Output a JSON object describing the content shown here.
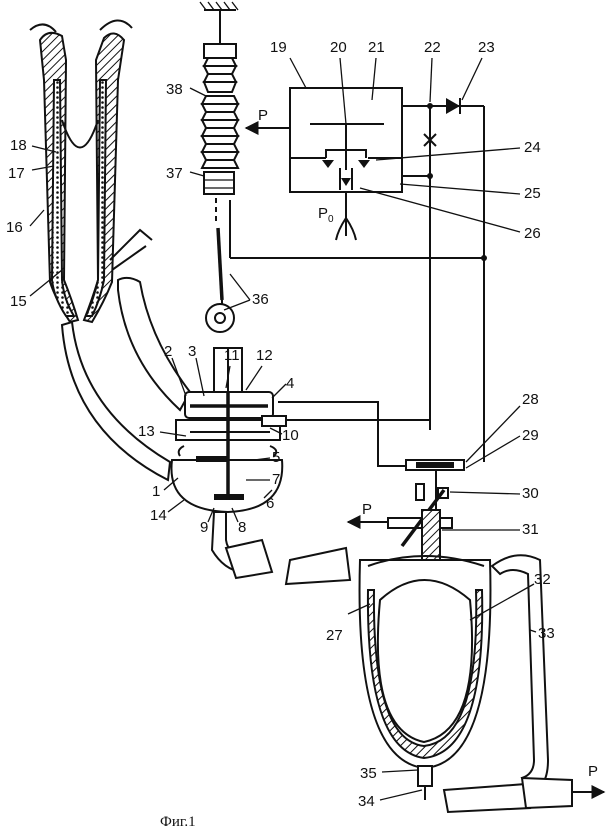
{
  "figure": {
    "caption": "Фиг.1",
    "labels": {
      "l1": "1",
      "l2": "2",
      "l3": "3",
      "l4": "4",
      "l5": "5",
      "l6": "6",
      "l7": "7",
      "l8": "8",
      "l9": "9",
      "l10": "10",
      "l11": "11",
      "l12": "12",
      "l13": "13",
      "l14": "14",
      "l15": "15",
      "l16": "16",
      "l17": "17",
      "l18": "18",
      "l19": "19",
      "l20": "20",
      "l21": "21",
      "l22": "22",
      "l23": "23",
      "l24": "24",
      "l25": "25",
      "l26": "26",
      "l27": "27",
      "l28": "28",
      "l29": "29",
      "l30": "30",
      "l31": "31",
      "l32": "32",
      "l33": "33",
      "l34": "34",
      "l35": "35",
      "l36": "36",
      "l37": "37",
      "l38": "38"
    },
    "symbols": {
      "p_top": "P",
      "p_mid": "P",
      "p_right": "P",
      "p0": "P",
      "p0_sub": "0"
    }
  }
}
